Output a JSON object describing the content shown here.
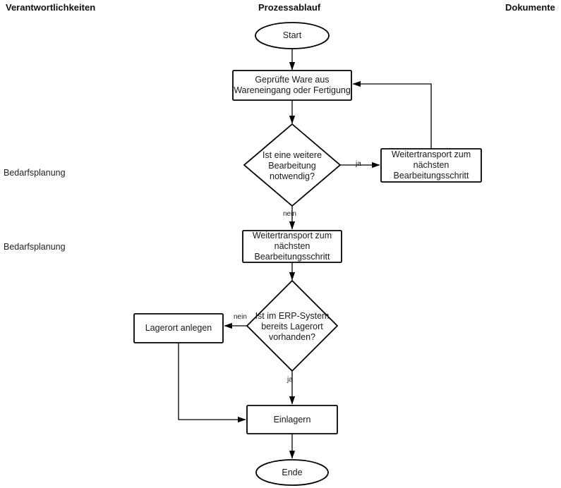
{
  "headers": {
    "responsibilities": "Verantwortlichkeiten",
    "process": "Prozessablauf",
    "documents": "Dokumente"
  },
  "responsibility_labels": [
    {
      "text": "Bedarfsplanung"
    },
    {
      "text": "Bedarfsplanung"
    }
  ],
  "nodes": {
    "start": {
      "label": "Start",
      "shape": "ellipse"
    },
    "incoming_goods": {
      "label": "Geprüfte Ware aus\nWareneingang oder Fertigung",
      "shape": "process"
    },
    "decision_further_processing": {
      "label": "Ist eine weitere\nBearbeitung\nnotwendig?",
      "shape": "decision"
    },
    "transport_right": {
      "label": "Weitertransport zum\nnächsten\nBearbeitungsschritt",
      "shape": "process"
    },
    "transport_main": {
      "label": "Weitertransport zum\nnächsten\nBearbeitungsschritt",
      "shape": "process"
    },
    "decision_erp_location": {
      "label": "Ist im ERP-System\nbereits Lagerort\nvorhanden?",
      "shape": "decision"
    },
    "create_location": {
      "label": "Lagerort anlegen",
      "shape": "process"
    },
    "store": {
      "label": "Einlagern",
      "shape": "process"
    },
    "end": {
      "label": "Ende",
      "shape": "ellipse"
    }
  },
  "edge_labels": {
    "further_yes": "ja",
    "further_no": "nein",
    "erp_no": "nein",
    "erp_yes": "ja"
  },
  "colors": {
    "stroke": "#000000",
    "fill": "#ffffff",
    "text": "#1a1a1a",
    "background": "#ffffff"
  }
}
